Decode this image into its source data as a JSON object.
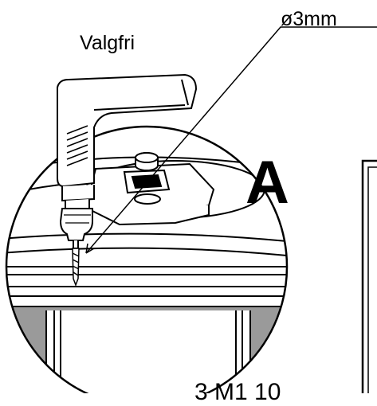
{
  "labels": {
    "optional": "Valgfri",
    "drill_diameter": "ø3mm",
    "part_letter": "A",
    "screw_size": "3 M1 10"
  },
  "colors": {
    "line": "#000000",
    "background": "#ffffff",
    "shade": "#9a9a9a"
  },
  "icons": {
    "drill": "power-drill-icon",
    "drill_bit": "drill-bit-icon"
  }
}
